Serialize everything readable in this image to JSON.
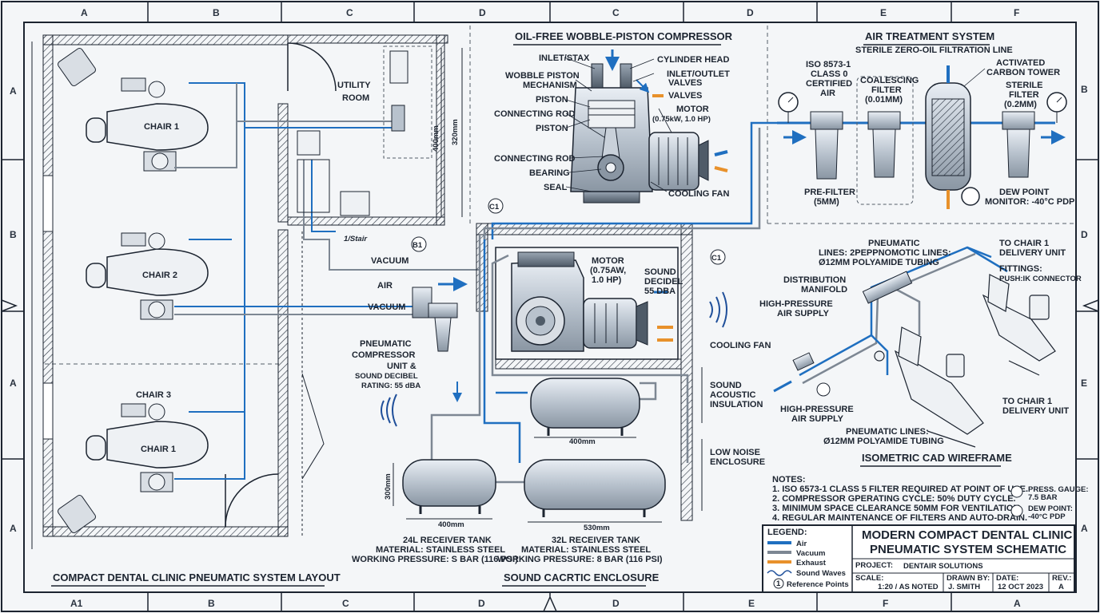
{
  "border_columns_top": [
    "A",
    "B",
    "C",
    "D",
    "C",
    "D",
    "E",
    "F"
  ],
  "border_columns_bottom": [
    "A1",
    "B",
    "C",
    "D",
    "D",
    "E",
    "F",
    "A"
  ],
  "border_rows_left": [
    "A",
    "B",
    "A",
    "A"
  ],
  "border_rows_right": [
    "B",
    "D",
    "E",
    "A"
  ],
  "floor_plan": {
    "title": "COMPACT DENTAL CLINIC PNEUMATIC SYSTEM LAYOUT",
    "chairs": [
      "CHAIR 1",
      "CHAIR 2",
      "CHAIR 3",
      "CHAIR 1"
    ],
    "utility_room": [
      "UTILITY",
      "ROOM"
    ],
    "dims": [
      "400mm",
      "320mm"
    ],
    "line_labels": {
      "stair": "1/Stair",
      "vacuum_top": "Vacuum",
      "air": "Air",
      "vacuum": "Vacuum"
    },
    "ref_b1": "B1"
  },
  "compressor_detail": {
    "title": "OIL-FREE WOBBLE-PISTON COMPRESSOR",
    "labels_left": [
      "INLET/STAX",
      "WOBBLE PISTON",
      "MECHANISM",
      "PISTON",
      "CONNECTING ROD",
      "PISTON",
      "CONNECTING ROD",
      "BEARING",
      "SEAL"
    ],
    "labels_right": [
      "CYLINDER HEAD",
      "INLET/OUTLET",
      "VALVES",
      "VALVES",
      "MOTOR",
      "(0.75kW, 1.0 HP)",
      "COOLING FAN"
    ]
  },
  "enclosure": {
    "title": "SOUND CACRTIC ENCLOSURE",
    "ref_c1": "C1",
    "motor": [
      "MOTOR",
      "(0.75AW,",
      "1.0 HP)"
    ],
    "sound": [
      "SOUND",
      "DECIDEL",
      "55 dBA"
    ],
    "cooling_fan": "COOLING FAN",
    "insulation": [
      "SOUND",
      "ACOUSTIC",
      "INSULATION"
    ],
    "low_noise": [
      "LOW NOISE",
      "ENCLOSURE"
    ],
    "unit_label": [
      "PNEUMATIC",
      "COMPRESSOR",
      "UNIT &",
      "SOUND DECIBEL",
      "RATING: 55 dBA"
    ],
    "dims": [
      "400mm",
      "300mm",
      "400mm",
      "530mm"
    ],
    "tank1": [
      "24L RECEIVER TANK",
      "MATERIAL: STAINLESS STEEL",
      "WORKING PRESSURE: S BAR (116 PSI)"
    ],
    "tank2": [
      "32L RECEIVER TANK",
      "MATERIAL: STAINLESS STEEL",
      "WORKING PRESSURE: 8 BAR (116 PSI)"
    ]
  },
  "air_treatment": {
    "title": "AIR TREATMENT SYSTEM",
    "subtitle": "STERILE ZERO-OIL FILTRATION LINE",
    "iso": [
      "ISO 8573-1",
      "CLASS 0",
      "CERTIFIED",
      "AIR"
    ],
    "coalescing": [
      "COALESCING",
      "FILTER",
      "(0.01μm)"
    ],
    "activated": [
      "ACTIVATED",
      "CARBON TOWER"
    ],
    "sterile": [
      "STERILE",
      "FILTER",
      "(0.2μm)"
    ],
    "prefilter": [
      "PRE-FILTER",
      "(5μm)"
    ],
    "dewpoint": [
      "DEW POINT",
      "MONITOR: -40°C PDP"
    ]
  },
  "isometric": {
    "title": "ISOMETRIC CAD WIREFRAME",
    "pneumatic_top": [
      "PNEUMATIC",
      "LINES: 2PEPPNOMOTIC LINES:",
      "Ø12mm POLYAMIDE TUBING"
    ],
    "to_chair_top": [
      "TO CHAIR 1",
      "DELIVERY UNIT"
    ],
    "fittings": [
      "FITTINGS:",
      "PUSH:IK CONNECTOR"
    ],
    "distribution": [
      "DISTRIBUTION",
      "MANIFOLD"
    ],
    "hp_top": [
      "HIGH-PRESSURE",
      "AIR SUPPLY"
    ],
    "hp_bottom": [
      "HIGH-PRESSURE",
      "AIR SUPPLY"
    ],
    "pneumatic_bottom": [
      "PNEUMATIC LINES:",
      "Ø12mm POLYAMIDE TUBING"
    ],
    "to_chair_bottom": [
      "TO CHAIR 1",
      "DELIVERY UNIT"
    ]
  },
  "notes": {
    "heading": "NOTES:",
    "items": [
      "1. ISO 6573-1 CLASS 5 FILTER REQUIRED AT POINT OF USE.",
      "2. COMPRESSOR GPERATING CYCLE: 50% DUTY CYCLE.",
      "3. MINIMUM SPACE CLEARANCE 50mm FOR VENTILATION.",
      "4. REGULAR MAINTENANCE OF FILTERS AND AUTO-DRAIN."
    ],
    "gauge": [
      "PRESS. GAUGE:",
      "7.5 BAR"
    ],
    "dew": [
      "DEW POINT:",
      "-40°C PDP"
    ]
  },
  "legend": {
    "heading": "LEGEND:",
    "items": [
      {
        "label": "Air",
        "color": "#1f6fc0"
      },
      {
        "label": "Vacuum",
        "color": "#7d8793"
      },
      {
        "label": "Exhaust",
        "color": "#e8912b"
      },
      {
        "label": "Sound Waves",
        "color": "#1f4f9a"
      },
      {
        "label": "Reference Points",
        "color": "#1c2430"
      }
    ],
    "ref_symbol": "1"
  },
  "title_block": {
    "title": [
      "MODERN COMPACT DENTAL CLINIC",
      "PNEUMATIC SYSTEM SCHEMATIC"
    ],
    "project_label": "PROJECT:",
    "project": "DENTAIR SOLUTIONS",
    "scale_label": "SCALE:",
    "scale": "1:20 / AS NOTED",
    "drawn_label": "DRAWN BY:",
    "drawn": "J. SMITH",
    "date_label": "DATE:",
    "date": "12 OCT 2023",
    "rev_label": "REV.:",
    "rev": "A"
  },
  "colors": {
    "air": "#1f6fc0",
    "vacuum": "#7d8793",
    "exhaust": "#e8912b",
    "ink": "#1c2430"
  }
}
